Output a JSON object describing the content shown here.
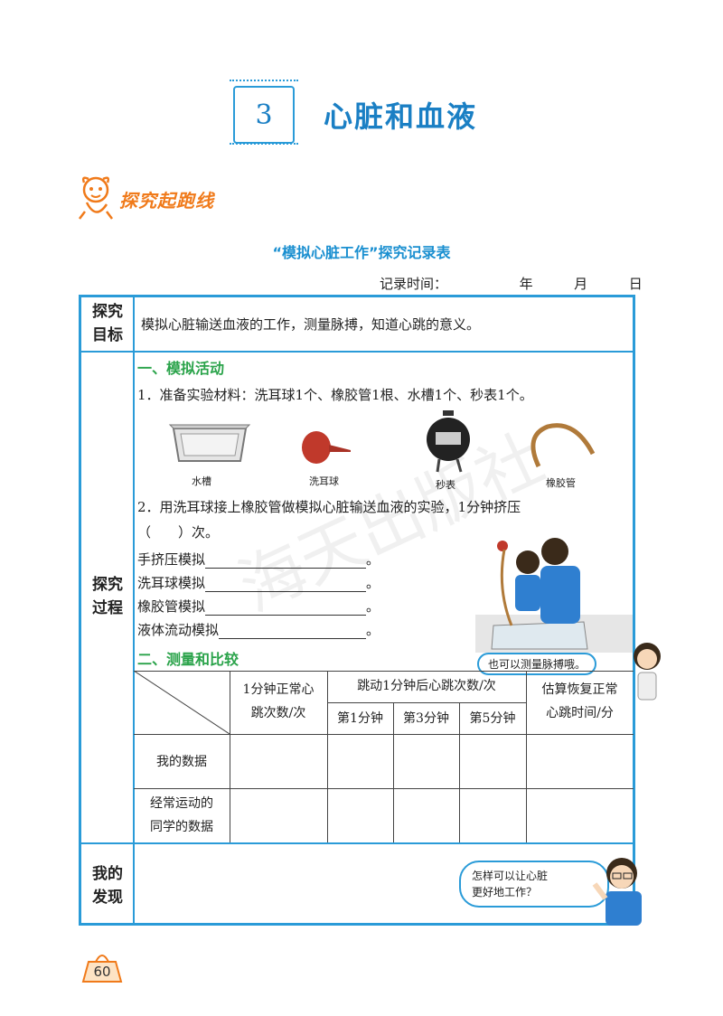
{
  "header": {
    "lesson_number": "3",
    "lesson_title": "心脏和血液"
  },
  "section": {
    "title": "探究起跑线"
  },
  "record": {
    "table_title": "“模拟心脏工作”探究记录表",
    "time_label": "记录时间：",
    "year": "年",
    "month": "月",
    "day": "日",
    "rows": {
      "goal_label_1": "探究",
      "goal_label_2": "目标",
      "goal_text": "模拟心脏输送血液的工作，测量脉搏，知道心跳的意义。",
      "process_label_1": "探究",
      "process_label_2": "过程",
      "finding_label_1": "我的",
      "finding_label_2": "发现"
    },
    "activity": {
      "heading": "一、模拟活动",
      "step1": "1．准备实验材料：洗耳球1个、橡胶管1根、水槽1个、秒表1个。",
      "materials": [
        "水槽",
        "洗耳球",
        "秒表",
        "橡胶管"
      ],
      "step2": "2．用洗耳球接上橡胶管做模拟心脏输送血液的实验，1分钟挤压",
      "step2_cont": "（　　）次。",
      "fills": [
        "手挤压模拟",
        "洗耳球模拟",
        "橡胶管模拟",
        "液体流动模拟"
      ],
      "fill_end": "。",
      "speech": "也可以测量脉搏哦。"
    },
    "measure": {
      "heading": "二、测量和比较",
      "col_normal": [
        "1分钟正常心",
        "跳次数/次"
      ],
      "col_after": "跳动1分钟后心跳次数/次",
      "sub_cols": [
        "第1分钟",
        "第3分钟",
        "第5分钟"
      ],
      "col_recover": [
        "估算恢复正常",
        "心跳时间/分"
      ],
      "row1": "我的数据",
      "row2": [
        "经常运动的",
        "同学的数据"
      ]
    },
    "teacher_speech": [
      "怎样可以让心脏",
      "更好地工作？"
    ]
  },
  "footer": {
    "page_number": "60"
  },
  "watermark": "海天出版社",
  "colors": {
    "accent": "#2a9bd8",
    "title": "#1a7fc4",
    "orange": "#f07a1a",
    "green": "#2aa34a"
  }
}
